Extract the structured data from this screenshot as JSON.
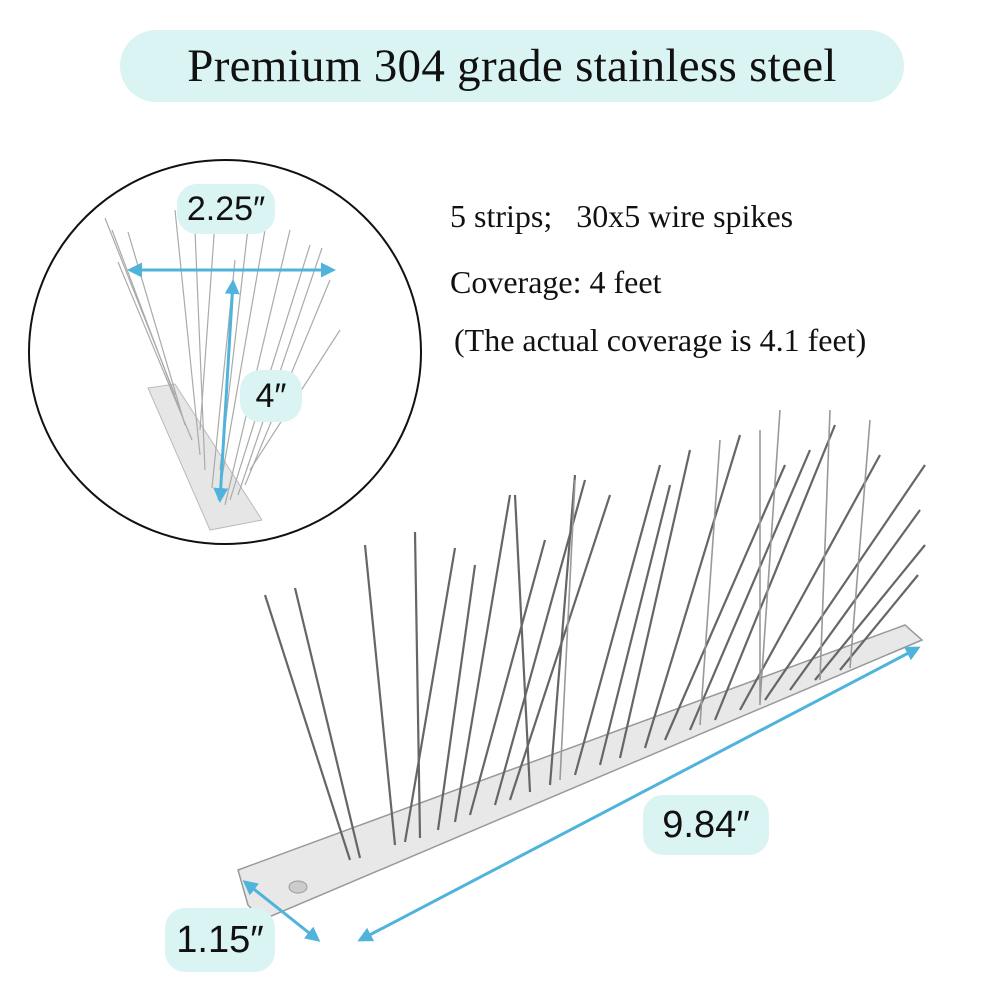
{
  "header": {
    "title": "Premium 304 grade stainless steel"
  },
  "specs": {
    "line1": "5 strips;   30x5 wire spikes",
    "line2": "Coverage: 4 feet",
    "line3": "(The actual coverage is 4.1 feet)"
  },
  "detail_inset": {
    "width_label": "2.25″",
    "height_label": "4″"
  },
  "main_product": {
    "length_label": "9.84″",
    "base_width_label": "1.15″"
  },
  "colors": {
    "badge_bg": "#daf3f3",
    "arrow": "#4fb3dc",
    "text": "#111111"
  }
}
